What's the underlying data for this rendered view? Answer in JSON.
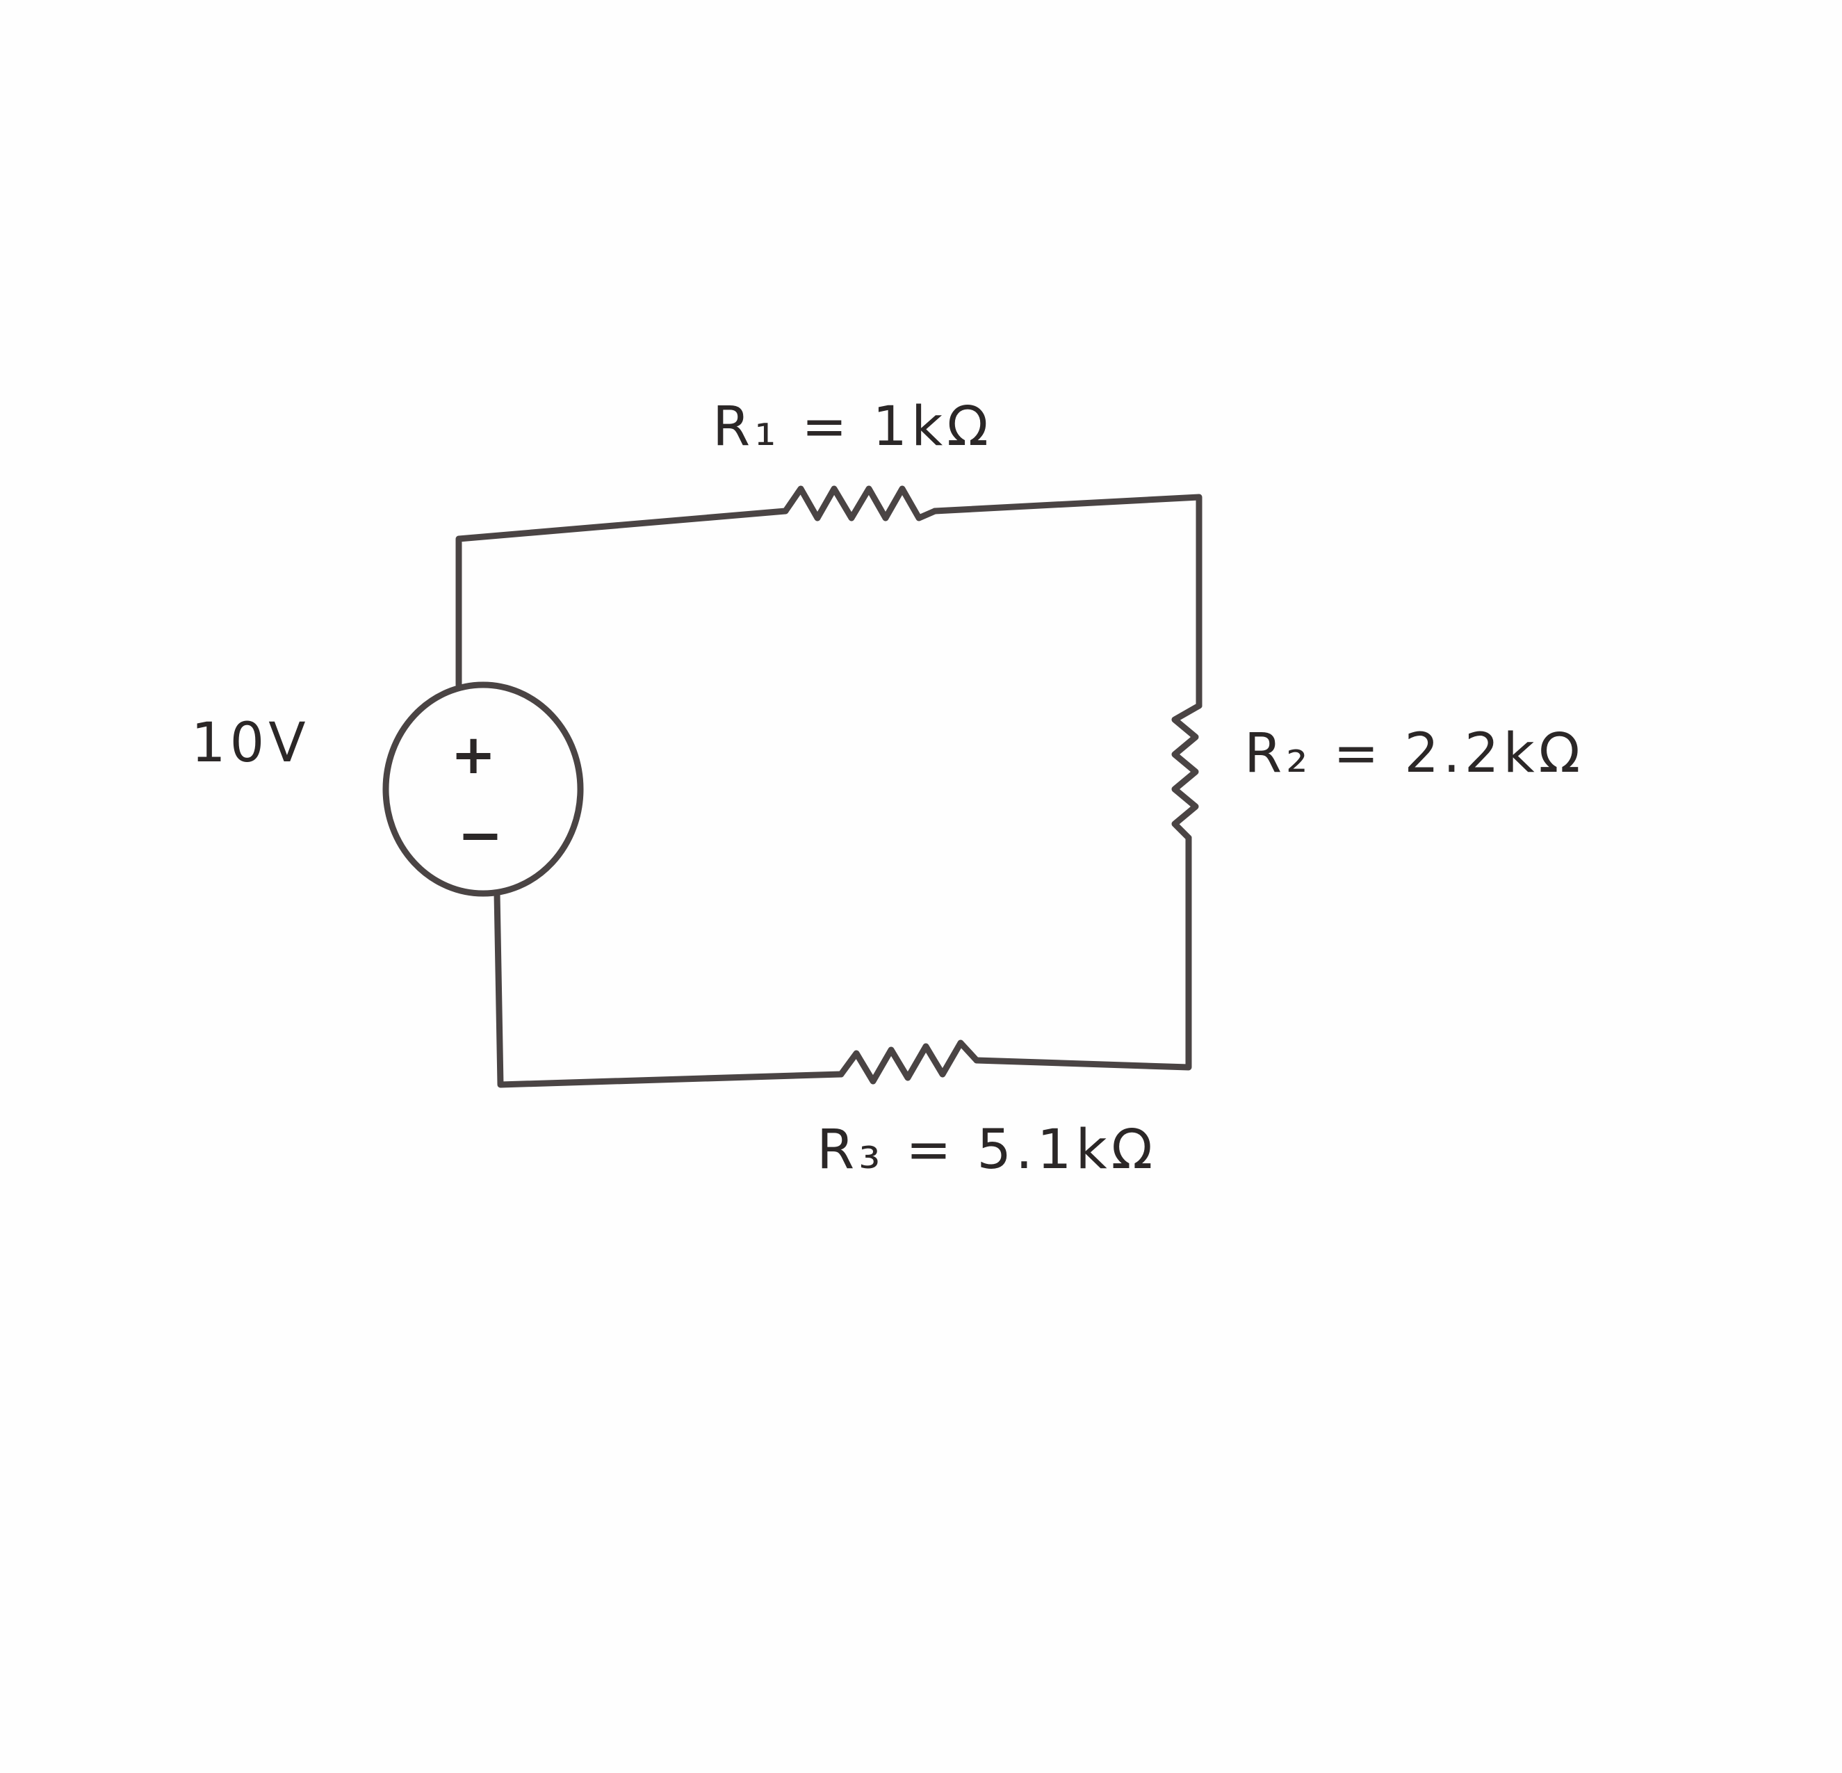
{
  "circuit": {
    "source": {
      "label": "10V",
      "positive_symbol": "+",
      "negative_symbol": "−"
    },
    "resistors": [
      {
        "label": "R₁ = 1kΩ"
      },
      {
        "label": "R₂ = 2.2kΩ"
      },
      {
        "label": "R₃ = 5.1kΩ"
      }
    ]
  },
  "colors": {
    "wire": "#4a4444",
    "ink": "#2b2727",
    "paper": "#fefefe"
  }
}
